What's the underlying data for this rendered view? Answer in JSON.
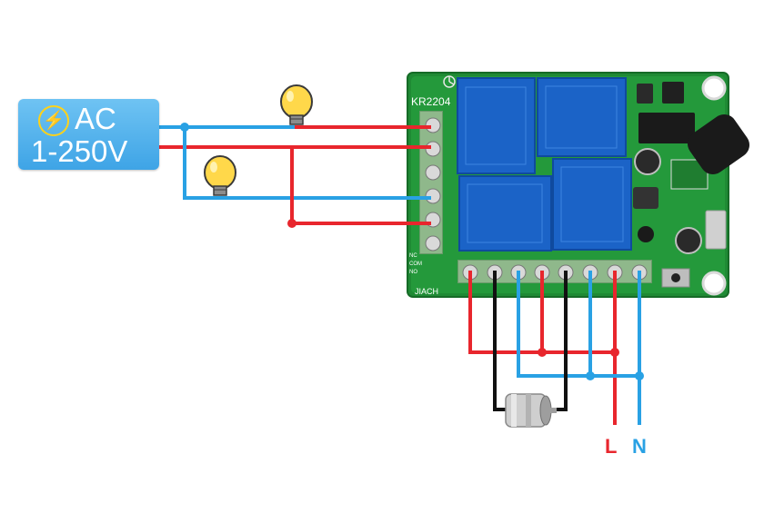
{
  "power_source": {
    "icon": "lightning-bolt-icon",
    "label_top": "AC",
    "label_bottom": "1-250V",
    "color": "#3ea4e6"
  },
  "board": {
    "model": "KR2204",
    "maker_mark": "JIACH",
    "terminal_labels": [
      "NC",
      "COM",
      "NO"
    ],
    "left_terminal_count": 6,
    "bottom_terminal_count": 8,
    "relay_count": 4
  },
  "loads": {
    "lamps": 2,
    "motor": 1
  },
  "supply_lines": {
    "live_label": "L",
    "neutral_label": "N",
    "live_color": "#e8262d",
    "neutral_color": "#29a1e4"
  },
  "wire_colors": {
    "live": "#e8262d",
    "neutral": "#29a1e4",
    "motor": "#111111"
  }
}
